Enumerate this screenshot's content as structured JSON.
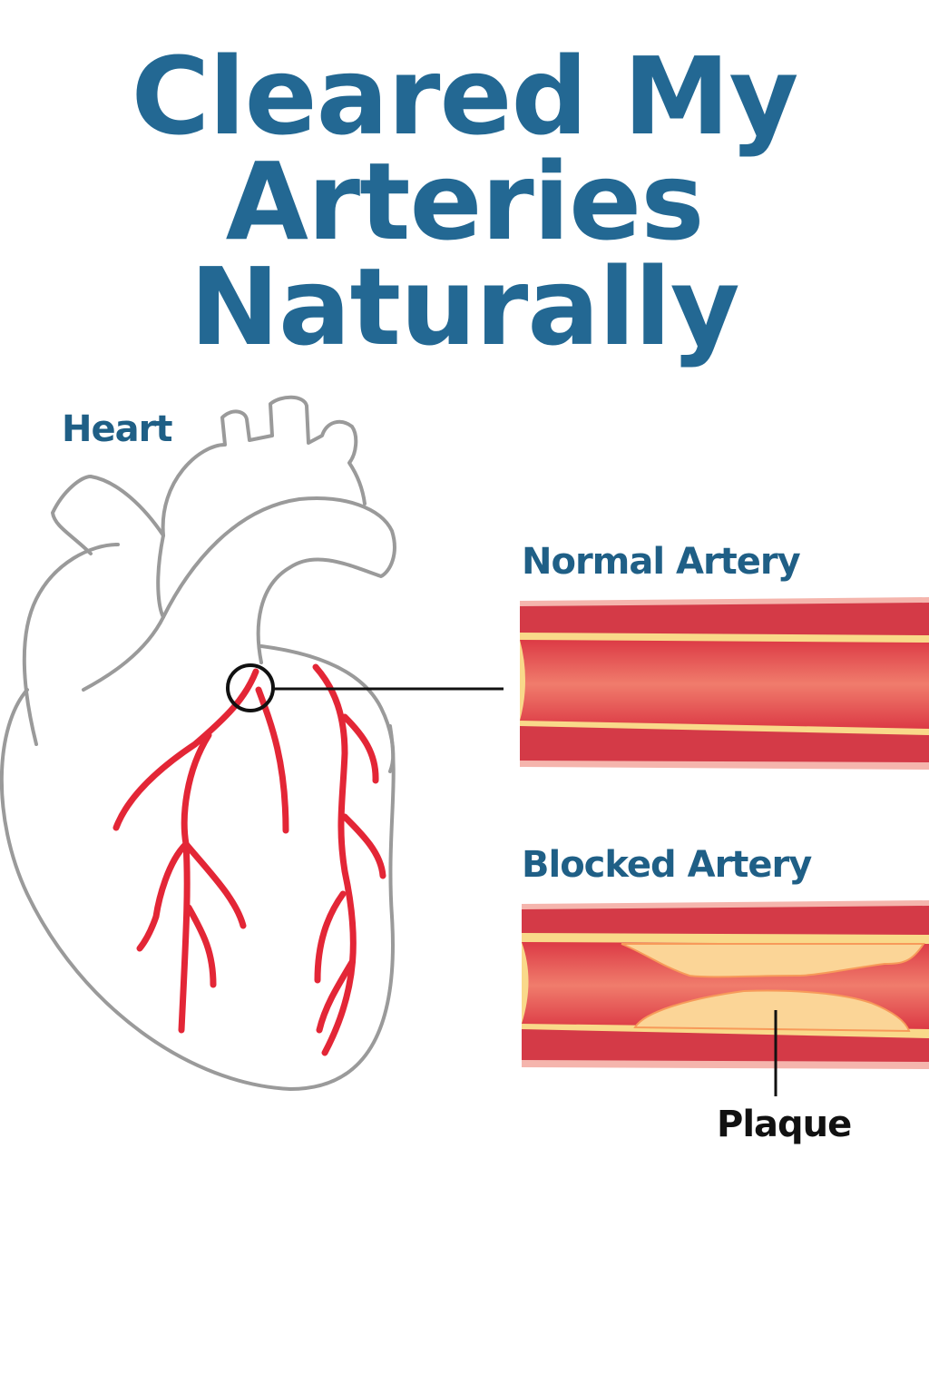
{
  "title": {
    "line1": "Cleared My",
    "line2": "Arteries",
    "line3": "Naturally"
  },
  "labels": {
    "heart": "Heart",
    "normal_artery": "Normal Artery",
    "blocked_artery": "Blocked Artery",
    "plaque": "Plaque"
  },
  "colors": {
    "title": "#236893",
    "vessel": "#e32636",
    "outline": "#9a9a9a",
    "artery_wall": "#d43a47",
    "plaque": "#fbd597"
  }
}
